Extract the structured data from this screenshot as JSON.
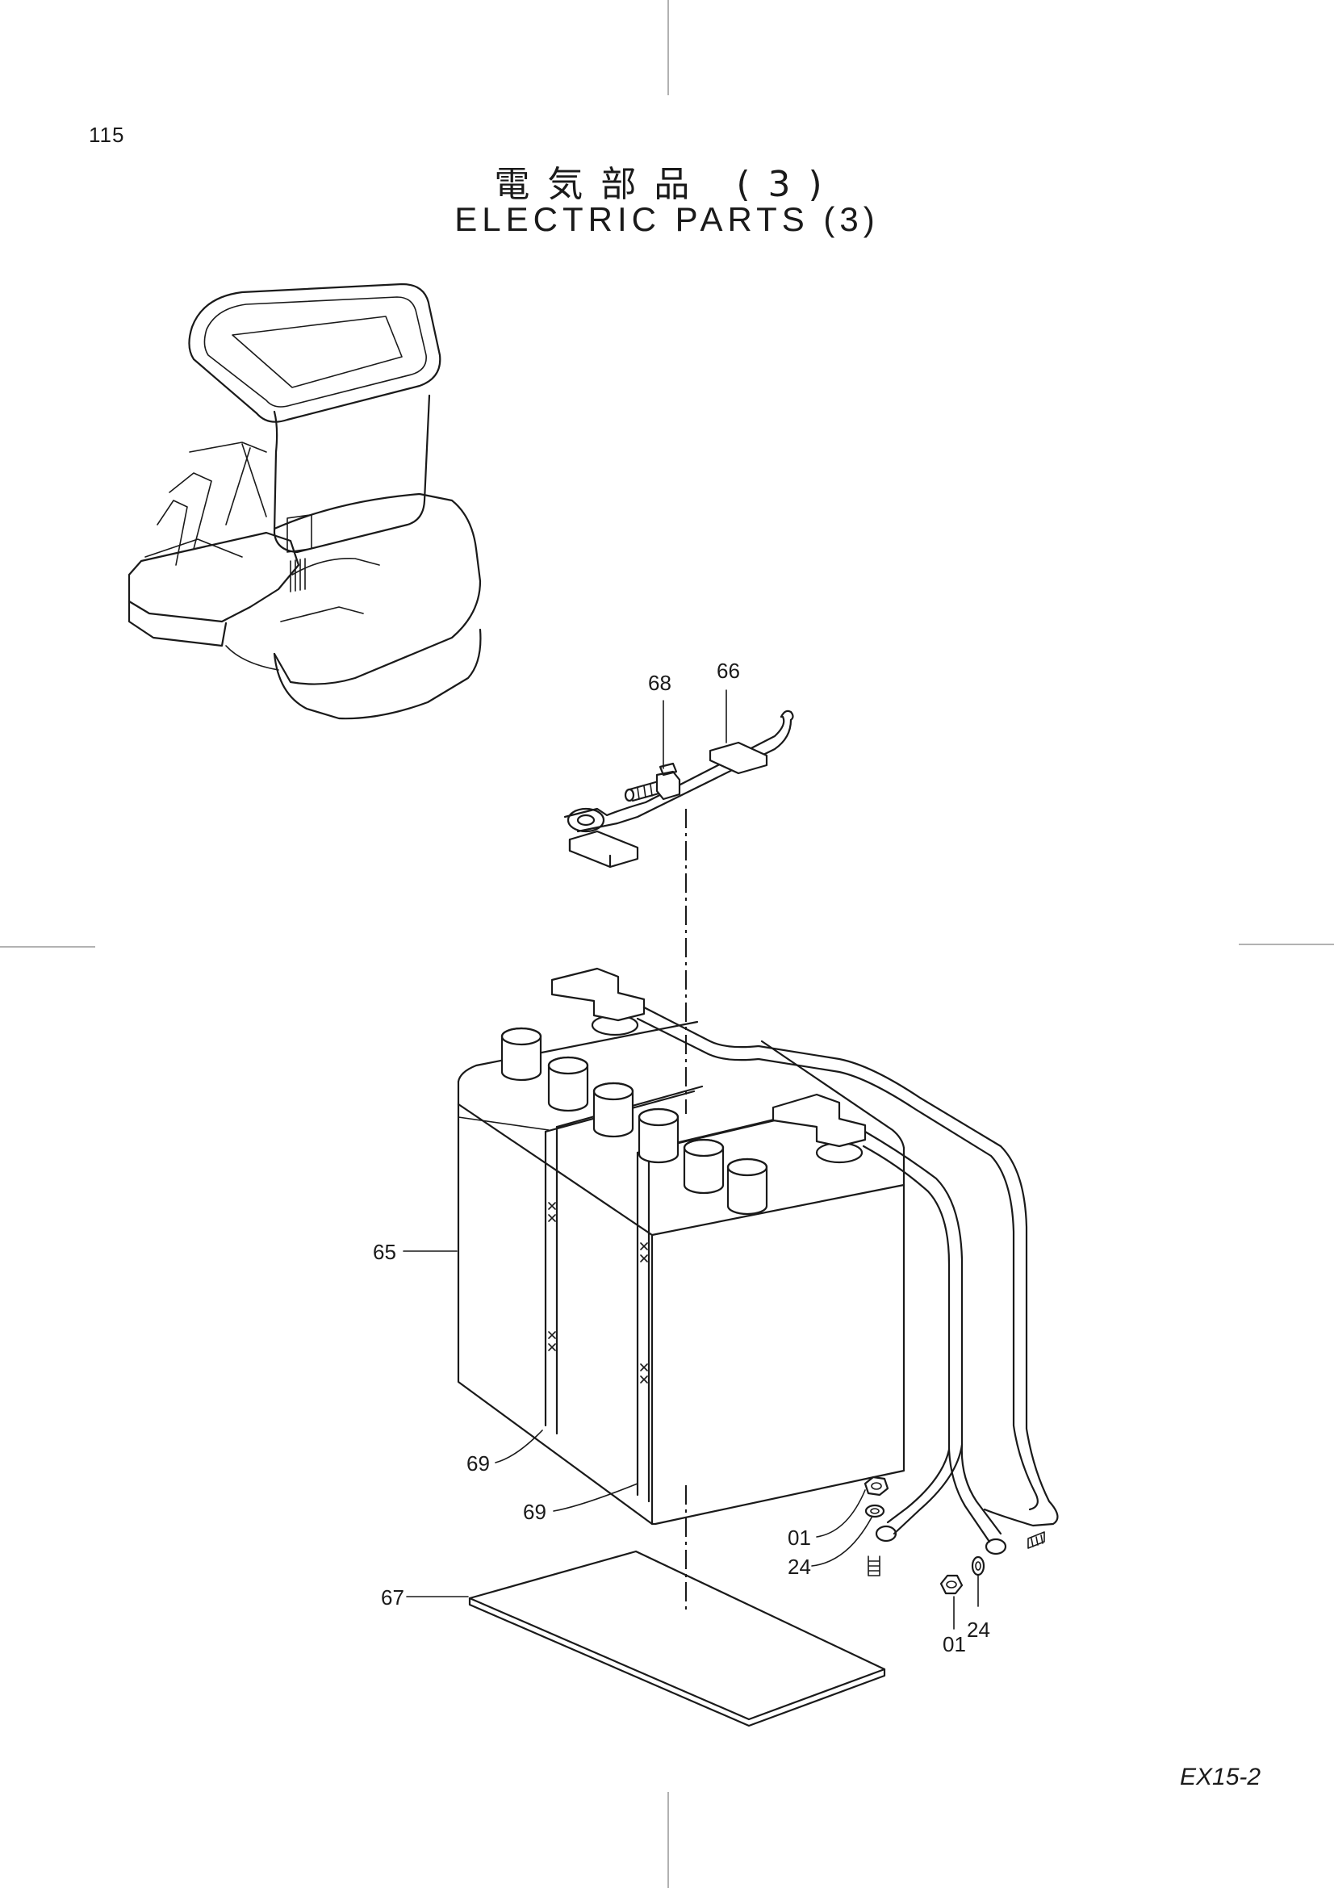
{
  "page": {
    "number": "115",
    "title_jp": "電気部品 (3)",
    "title_en": "ELECTRIC PARTS (3)",
    "doc_code": "EX15-2"
  },
  "callouts": {
    "c68": "68",
    "c66": "66",
    "c65": "65",
    "c69a": "69",
    "c69b": "69",
    "c67": "67",
    "c01a": "01",
    "c24a": "24",
    "c01b": "01",
    "c24b": "24"
  }
}
